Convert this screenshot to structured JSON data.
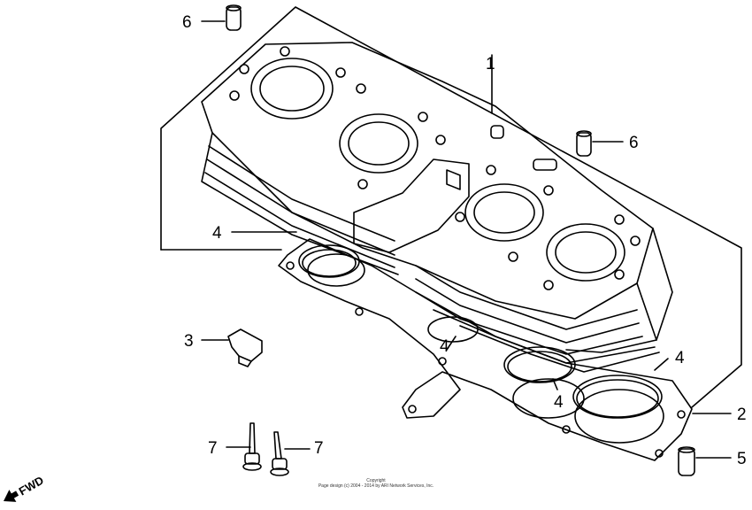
{
  "callouts": {
    "c1": "1",
    "c2": "2",
    "c3": "3",
    "c4a": "4",
    "c4b": "4",
    "c4c": "4",
    "c4d": "4",
    "c5": "5",
    "c6a": "6",
    "c6b": "6",
    "c7a": "7",
    "c7b": "7"
  },
  "fwd_label": "FWD",
  "copyright": {
    "line1": "Copyright",
    "line2": "Page design (c) 2004 - 2014 by ARI Network Services, Inc."
  }
}
